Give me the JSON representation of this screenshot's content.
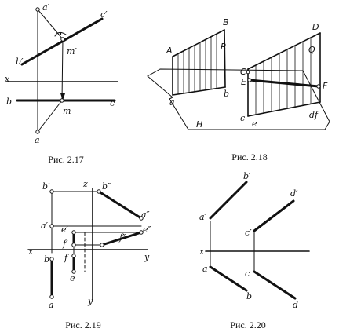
{
  "figures": {
    "fig217": {
      "caption": "Рис. 2.17",
      "labels": {
        "a1": "a′",
        "c1": "c′",
        "b1": "b′",
        "m1": "m′",
        "x": "x",
        "b": "b",
        "m": "m",
        "c": "c",
        "a": "a"
      }
    },
    "fig218": {
      "caption": "Рис. 2.18",
      "labels": {
        "A": "A",
        "B": "B",
        "R": "R",
        "a": "a",
        "b": "b",
        "H": "H",
        "D": "D",
        "Q": "Q",
        "C": "C",
        "c": "c",
        "E": "E",
        "F": "F",
        "c2": "c",
        "e": "e",
        "df": "df"
      }
    },
    "fig219": {
      "caption": "Рис. 2.19",
      "labels": {
        "z": "z",
        "b1": "b′",
        "b2": "b″",
        "a1": "a′",
        "a2": "a″",
        "e1": "e′",
        "e2": "e″",
        "f1": "f′",
        "f2": "f″",
        "x": "x",
        "y": "y",
        "y2": "y",
        "b": "b",
        "f": "f",
        "e": "e",
        "a": "a"
      }
    },
    "fig220": {
      "caption": "Рис. 2.20",
      "labels": {
        "b1": "b′",
        "d1": "d′",
        "a1": "a′",
        "c1": "c′",
        "x": "x",
        "a": "a",
        "c": "c",
        "b": "b",
        "d": "d"
      }
    }
  }
}
